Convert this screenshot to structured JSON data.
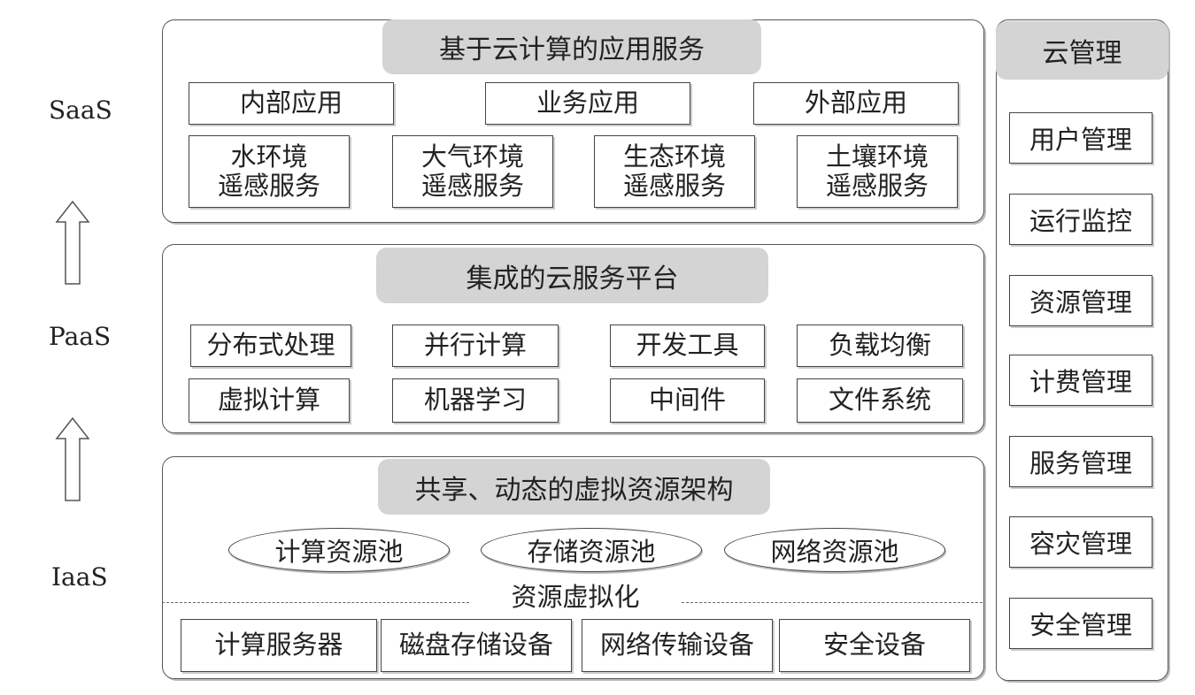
{
  "layers": {
    "saas": {
      "side_label": "SaaS",
      "title": "基于云计算的应用服务",
      "apps": [
        "内部应用",
        "业务应用",
        "外部应用"
      ],
      "services": [
        [
          "水环境",
          "遥感服务"
        ],
        [
          "大气环境",
          "遥感服务"
        ],
        [
          "生态环境",
          "遥感服务"
        ],
        [
          "土壤环境",
          "遥感服务"
        ]
      ]
    },
    "paas": {
      "side_label": "PaaS",
      "title": "集成的云服务平台",
      "row1": [
        "分布式处理",
        "并行计算",
        "开发工具",
        "负载均衡"
      ],
      "row2": [
        "虚拟计算",
        "机器学习",
        "中间件",
        "文件系统"
      ]
    },
    "iaas": {
      "side_label": "IaaS",
      "title": "共享、动态的虚拟资源架构",
      "pools": [
        "计算资源池",
        "存储资源池",
        "网络资源池"
      ],
      "virtualization": "资源虚拟化",
      "devices": [
        "计算服务器",
        "磁盘存储设备",
        "网络传输设备",
        "安全设备"
      ]
    }
  },
  "management": {
    "title": "云管理",
    "items": [
      "用户管理",
      "运行监控",
      "资源管理",
      "计费管理",
      "服务管理",
      "容灾管理",
      "安全管理"
    ]
  },
  "colors": {
    "header_fill": "#d4d4d4",
    "border": "#444444"
  }
}
